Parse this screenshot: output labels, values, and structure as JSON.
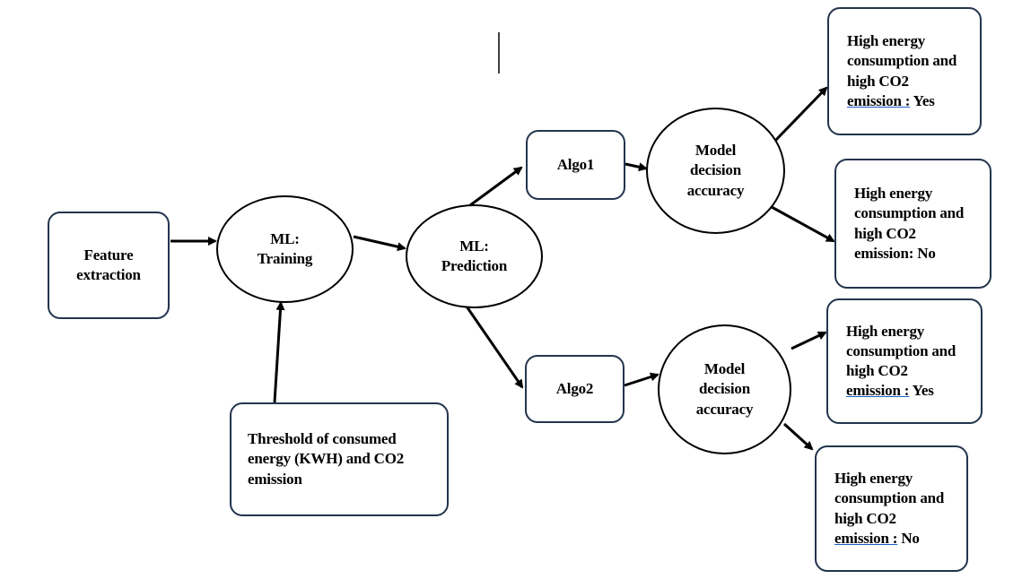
{
  "nodes": {
    "feature": "Feature\nextraction",
    "training": "ML:\nTraining",
    "prediction": "ML:\nPrediction",
    "algo1": "Algo1",
    "algo2": "Algo2",
    "model1": "Model\ndecision\naccuracy",
    "model2": "Model\ndecision\naccuracy",
    "threshold": "Threshold of consumed\nenergy (KWH) and CO2\nemission",
    "out1_line1": "High energy\nconsumption and\nhigh CO2\n",
    "out1_underlined": "emission :",
    "out1_tail": " Yes",
    "out2": "High energy\nconsumption and\nhigh CO2\nemission: No",
    "out3_line1": "High energy\nconsumption and\nhigh CO2\n",
    "out3_underlined": "emission :",
    "out3_tail": " Yes",
    "out4_line1": "High energy\nconsumption and\nhigh CO2\n",
    "out4_underlined": "emission :",
    "out4_tail": " No"
  },
  "colors": {
    "box_border": "#23344e",
    "circle_border": "#000000",
    "arrow": "#000000",
    "underline": "#1f5fc4"
  }
}
